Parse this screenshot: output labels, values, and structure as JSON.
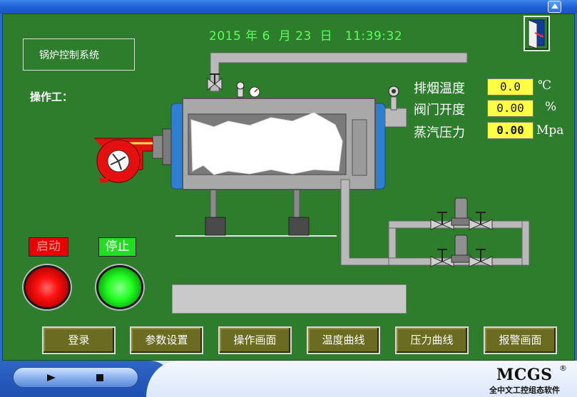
{
  "datetime": {
    "year": "2015",
    "year_unit": "年",
    "month": "6",
    "month_unit": "月",
    "day": "23",
    "day_unit": "日",
    "time": "11:39:32"
  },
  "system_title": "锅炉控制系统",
  "operator_label": "操作工：",
  "readouts": {
    "smoke_temp": {
      "label": "排烟温度",
      "value": "0.0",
      "unit": "℃"
    },
    "valve_open": {
      "label": "阀门开度",
      "value": "0.00",
      "unit": "%"
    },
    "steam_pressure": {
      "label": "蒸汽压力",
      "value": "0.00",
      "unit": "Mpa"
    }
  },
  "controls": {
    "start_label": "启动",
    "stop_label": "停止"
  },
  "nav": {
    "login": "登录",
    "params": "参数设置",
    "operation": "操作画面",
    "temp_curve": "温度曲线",
    "pressure_curve": "压力曲线",
    "alarm": "报警画面"
  },
  "footer": {
    "brand": "MCGS",
    "brand_mark": "®",
    "brand_sub": "全中文工控组态软件"
  },
  "colors": {
    "panel_bg": "#2d7d2d",
    "datetime_text": "#5cff5c",
    "readout_bg": "#ffff44",
    "start_red": "#e80000",
    "stop_green": "#22dd22",
    "nav_button_bg": "#6b6b22"
  }
}
